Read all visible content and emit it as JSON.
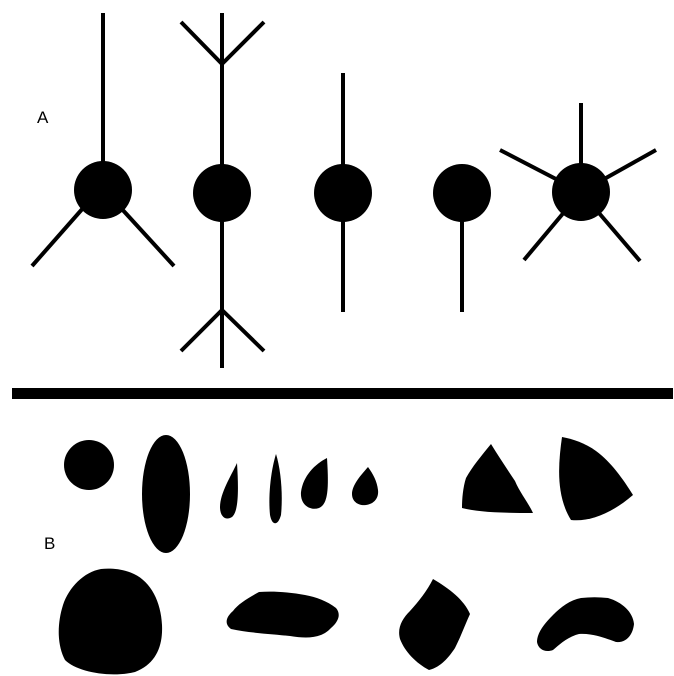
{
  "figure": {
    "panel_a": {
      "label": "A",
      "neuron_types": [
        {
          "name": "cell-with-vertical-process-and-two-lower-processes"
        },
        {
          "name": "cell-with-branched-upper-and-lower-processes"
        },
        {
          "name": "cell-with-two-opposite-processes"
        },
        {
          "name": "cell-with-single-process"
        },
        {
          "name": "cell-with-five-radiating-processes"
        }
      ]
    },
    "panel_b": {
      "label": "B",
      "shapes": [
        {
          "name": "round"
        },
        {
          "name": "elongated-oval"
        },
        {
          "name": "small-teardrop"
        },
        {
          "name": "thin-spindle"
        },
        {
          "name": "small-drop"
        },
        {
          "name": "small-oval"
        },
        {
          "name": "triangular"
        },
        {
          "name": "fan-shaped"
        },
        {
          "name": "large-round"
        },
        {
          "name": "flat-irregular"
        },
        {
          "name": "rhomboid"
        },
        {
          "name": "bean-shaped"
        }
      ]
    },
    "colors": {
      "ink": "#000000",
      "background": "#ffffff"
    }
  }
}
